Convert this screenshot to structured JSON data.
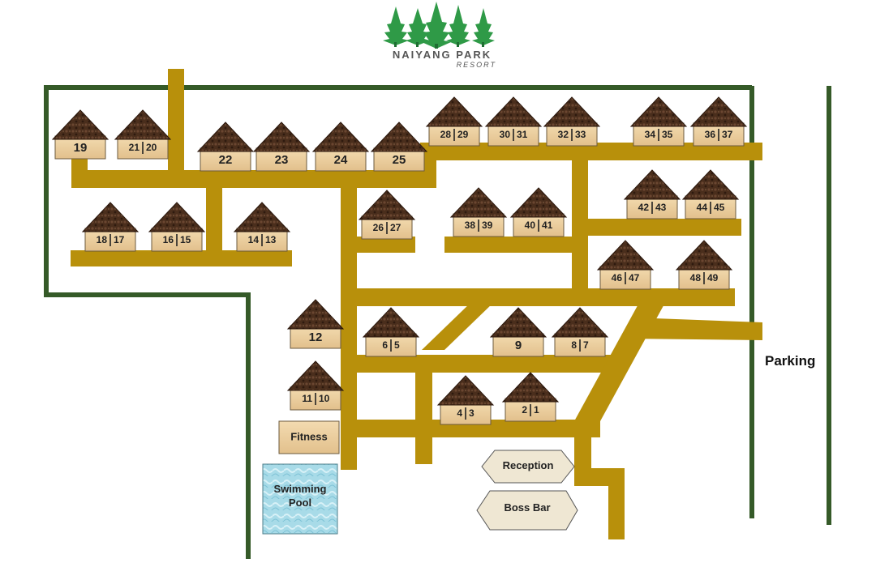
{
  "logo": {
    "name": "NAIYANG PARK",
    "sub": "RESORT"
  },
  "parking": "Parking",
  "facilities": {
    "fitness": "Fitness",
    "pool_line1": "Swimming",
    "pool_line2": "Pool",
    "reception": "Reception",
    "boss_bar": "Boss Bar"
  },
  "bungalows": [
    {
      "id": "19",
      "a": "19"
    },
    {
      "id": "21-20",
      "a": "21",
      "b": "20"
    },
    {
      "id": "22",
      "a": "22"
    },
    {
      "id": "23",
      "a": "23"
    },
    {
      "id": "24",
      "a": "24"
    },
    {
      "id": "25",
      "a": "25"
    },
    {
      "id": "28-29",
      "a": "28",
      "b": "29"
    },
    {
      "id": "30-31",
      "a": "30",
      "b": "31"
    },
    {
      "id": "32-33",
      "a": "32",
      "b": "33"
    },
    {
      "id": "34-35",
      "a": "34",
      "b": "35"
    },
    {
      "id": "36-37",
      "a": "36",
      "b": "37"
    },
    {
      "id": "18-17",
      "a": "18",
      "b": "17"
    },
    {
      "id": "16-15",
      "a": "16",
      "b": "15"
    },
    {
      "id": "14-13",
      "a": "14",
      "b": "13"
    },
    {
      "id": "26-27",
      "a": "26",
      "b": "27"
    },
    {
      "id": "38-39",
      "a": "38",
      "b": "39"
    },
    {
      "id": "40-41",
      "a": "40",
      "b": "41"
    },
    {
      "id": "42-43",
      "a": "42",
      "b": "43"
    },
    {
      "id": "44-45",
      "a": "44",
      "b": "45"
    },
    {
      "id": "46-47",
      "a": "46",
      "b": "47"
    },
    {
      "id": "48-49",
      "a": "48",
      "b": "49"
    },
    {
      "id": "12",
      "a": "12"
    },
    {
      "id": "6-5",
      "a": "6",
      "b": "5"
    },
    {
      "id": "9",
      "a": "9"
    },
    {
      "id": "8-7",
      "a": "8",
      "b": "7"
    },
    {
      "id": "11-10",
      "a": "11",
      "b": "10"
    },
    {
      "id": "4-3",
      "a": "4",
      "b": "3"
    },
    {
      "id": "2-1",
      "a": "2",
      "b": "1"
    }
  ]
}
